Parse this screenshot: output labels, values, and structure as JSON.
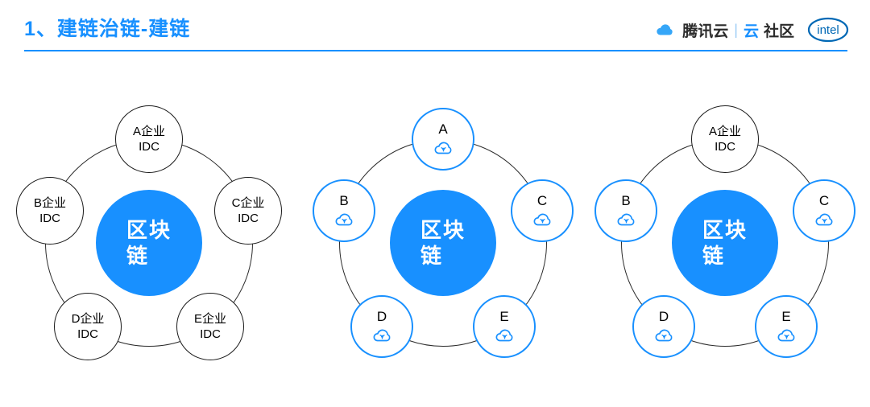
{
  "colors": {
    "accent": "#1890ff",
    "idc_border": "#1a1a1a",
    "ring": "#2b2b2b",
    "intel_blue": "#0068b5",
    "text_dark": "#2b2b2b"
  },
  "header": {
    "title": "1、建链治链-建链"
  },
  "logos": {
    "tencent_brand": "腾讯云",
    "divider": "|",
    "community_cloud": "云",
    "community": "社区",
    "intel": "intel"
  },
  "diagrams": [
    {
      "id": "idc-only",
      "center": {
        "line1": "区块",
        "line2": "链"
      },
      "nodes": [
        {
          "position": "top",
          "type": "idc",
          "line1": "A企业",
          "line2": "IDC"
        },
        {
          "position": "left",
          "type": "idc",
          "line1": "B企业",
          "line2": "IDC"
        },
        {
          "position": "right",
          "type": "idc",
          "line1": "C企业",
          "line2": "IDC"
        },
        {
          "position": "bottom-left",
          "type": "idc",
          "line1": "D企业",
          "line2": "IDC"
        },
        {
          "position": "bottom-right",
          "type": "idc",
          "line1": "E企业",
          "line2": "IDC"
        }
      ]
    },
    {
      "id": "cloud-only",
      "center": {
        "line1": "区块",
        "line2": "链"
      },
      "nodes": [
        {
          "position": "top",
          "type": "cloud",
          "letter": "A"
        },
        {
          "position": "left",
          "type": "cloud",
          "letter": "B"
        },
        {
          "position": "right",
          "type": "cloud",
          "letter": "C"
        },
        {
          "position": "bottom-left",
          "type": "cloud",
          "letter": "D"
        },
        {
          "position": "bottom-right",
          "type": "cloud",
          "letter": "E"
        }
      ]
    },
    {
      "id": "hybrid",
      "center": {
        "line1": "区块",
        "line2": "链"
      },
      "nodes": [
        {
          "position": "top",
          "type": "idc",
          "line1": "A企业",
          "line2": "IDC"
        },
        {
          "position": "left",
          "type": "cloud",
          "letter": "B"
        },
        {
          "position": "right",
          "type": "cloud",
          "letter": "C"
        },
        {
          "position": "bottom-left",
          "type": "cloud",
          "letter": "D"
        },
        {
          "position": "bottom-right",
          "type": "cloud",
          "letter": "E"
        }
      ]
    }
  ]
}
